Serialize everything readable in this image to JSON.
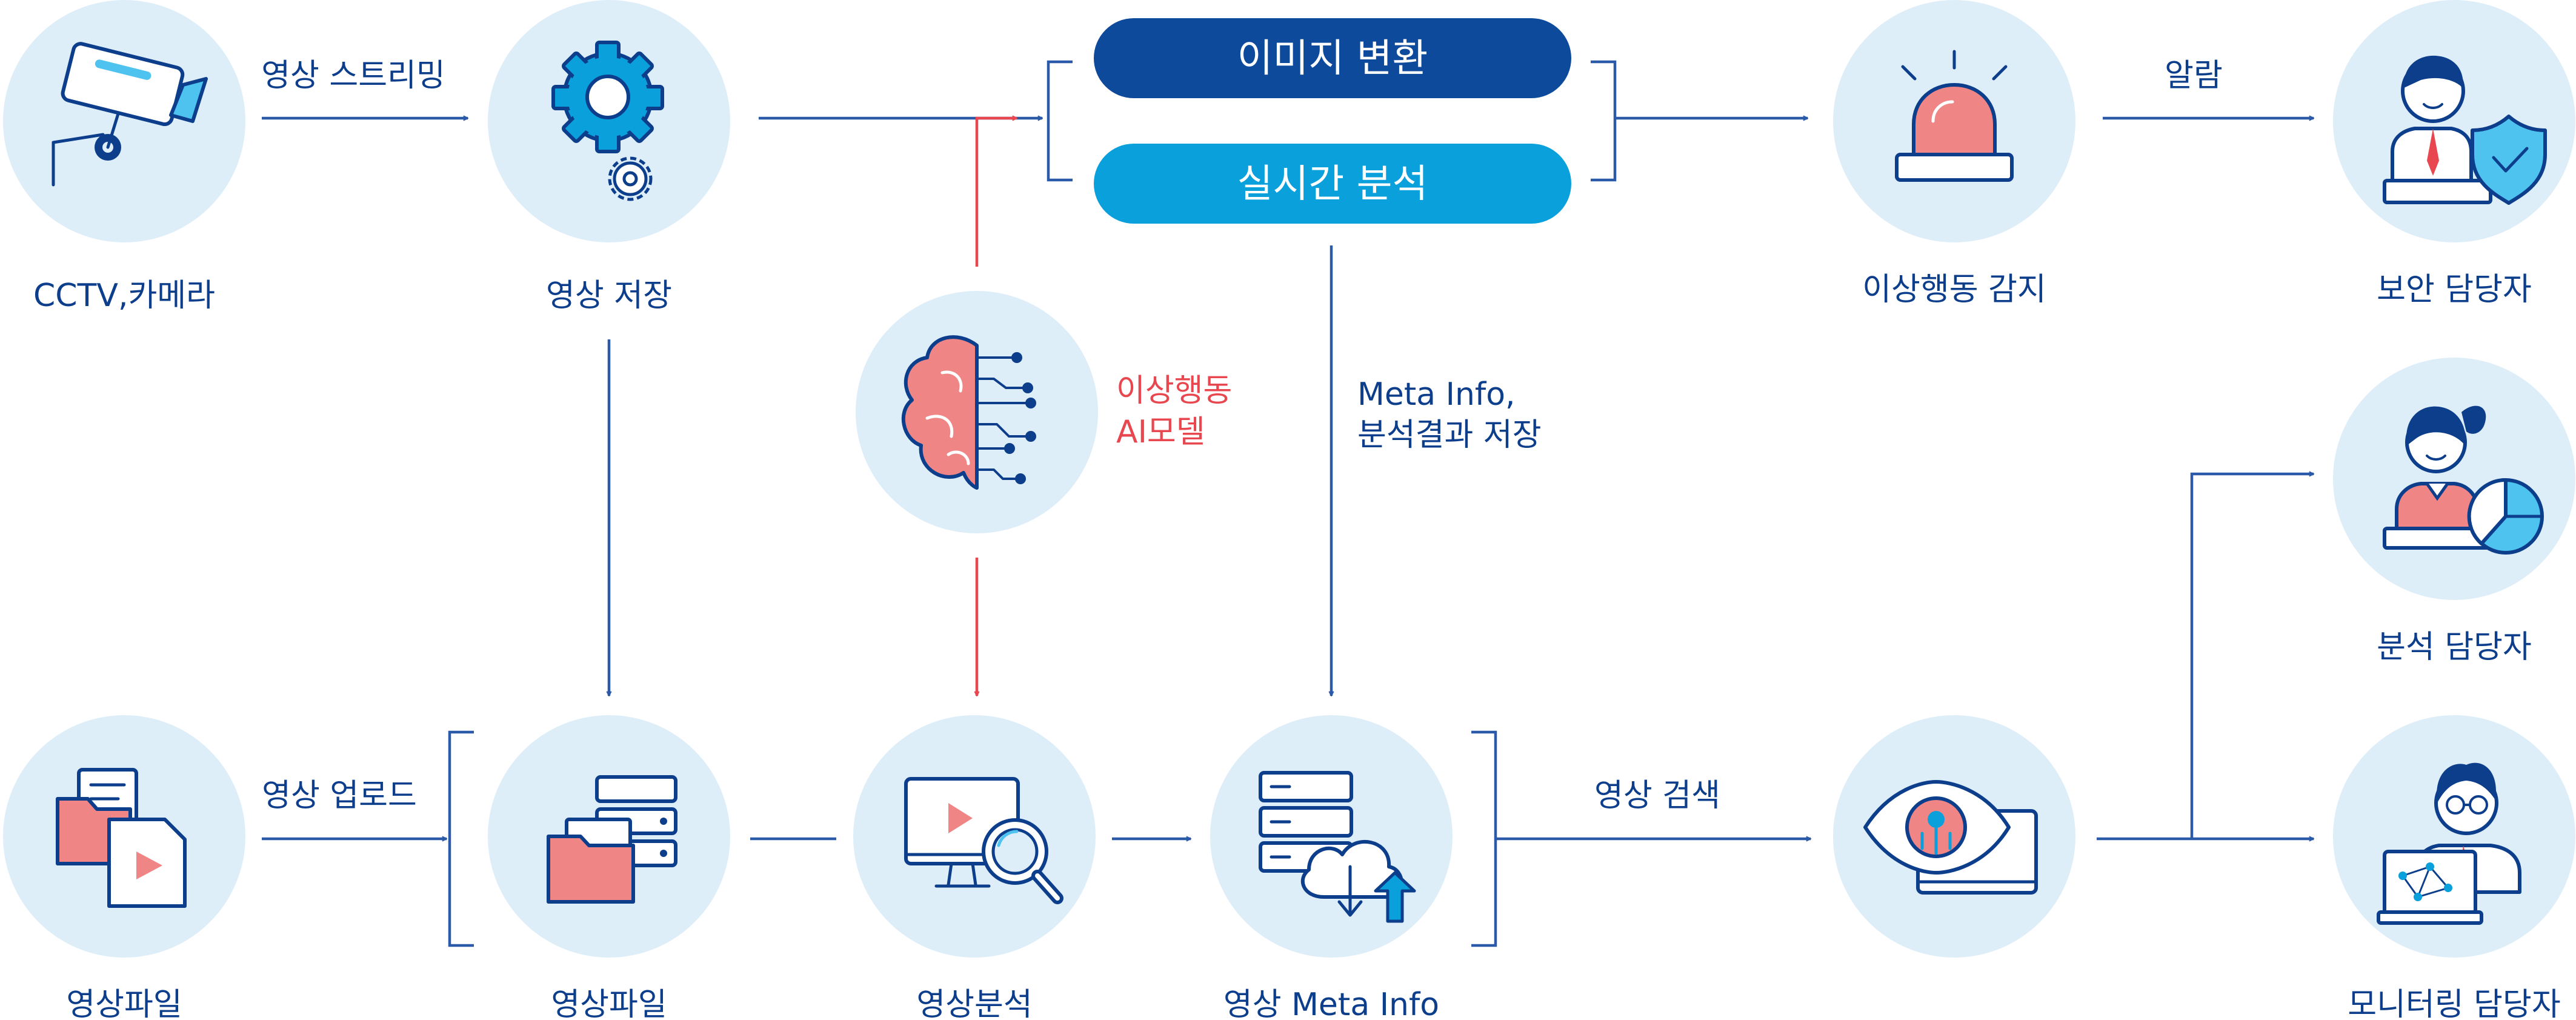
{
  "nodes": {
    "cctv": "CCTV,카메라",
    "storage": "영상 저장",
    "alert_detect": "이상행동 감지",
    "security_manager": "보안 담당자",
    "analysis_manager": "분석 담당자",
    "monitoring_manager": "모니터링 담당자",
    "video_file_left": "영상파일",
    "video_file_mid": "영상파일",
    "video_analysis": "영상분석",
    "meta_info": "영상 Meta Info"
  },
  "edges": {
    "streaming": "영상 스트리밍",
    "alarm": "알람",
    "upload": "영상 업로드",
    "search": "영상 검색",
    "meta_save_line1": "Meta Info,",
    "meta_save_line2": "분석결과 저장"
  },
  "ai_model": {
    "line1": "이상행동",
    "line2": "AI모델"
  },
  "pills": {
    "image_convert": "이미지 변환",
    "realtime_analysis": "실시간 분석"
  },
  "colors": {
    "node_background": "#deeef9",
    "primary_navy": "#0c3e8c",
    "pill_dark": "#0e4a9b",
    "pill_light": "#0aa0dc",
    "accent_red": "#e8474f",
    "accent_pink": "#ef8585",
    "icon_light_blue": "#4fc3f0"
  }
}
